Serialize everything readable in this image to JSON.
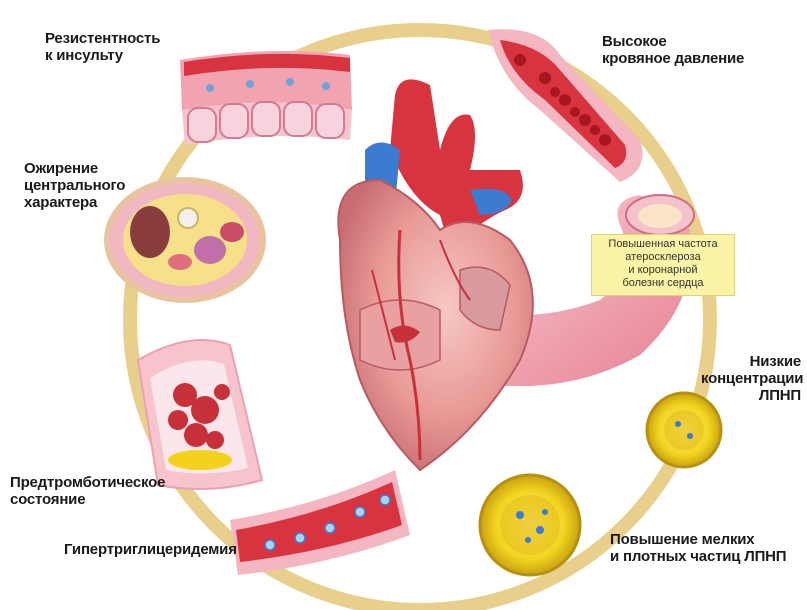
{
  "labels": {
    "stroke": "Резистентность\nк инсульту",
    "hypertension": "Высокое\nкровяное давление",
    "obesity": "Ожирение\nцентрального\nхарактера",
    "prothrombotic": "Предтромботическое\nсостояние",
    "hypertriglyceridemia": "Гипертриглицеридемия",
    "low_ldl": "Низкие\nконцентрации\nЛПНП",
    "small_dense_ldl": "Повышение мелких\nи плотных частиц ЛПНП"
  },
  "callout": {
    "text": "Повышенная частота\nатеросклероза\nи коронарной\nболезни сердца"
  },
  "colors": {
    "ring": "#e9cf8c",
    "artery_red": "#d8343f",
    "tissue_pink": "#f3a9b4",
    "heart_red": "#c8303a",
    "vein_blue": "#3b7bd0",
    "particle_yellow": "#f2d21c",
    "callout_bg": "#fbf3a6"
  }
}
